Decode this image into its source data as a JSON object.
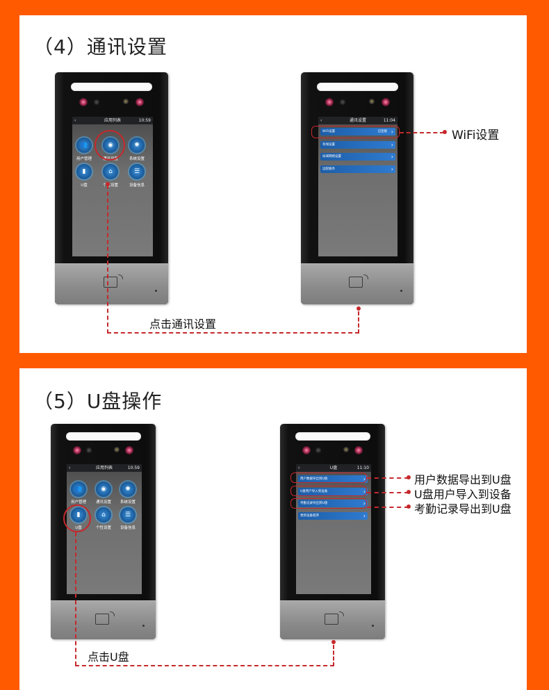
{
  "section_a": {
    "title": "（4）通讯设置",
    "device_left": {
      "screen_title": "应用列表",
      "time": "10:59",
      "back": "‹",
      "apps": [
        {
          "icon": "users-icon",
          "glyph": "👥",
          "label": "用户管理"
        },
        {
          "icon": "wifi-icon",
          "glyph": "◉",
          "label": "通讯设置"
        },
        {
          "icon": "gear-icon",
          "glyph": "✺",
          "label": "系统设置"
        },
        {
          "icon": "usb-drive-icon",
          "glyph": "▮",
          "label": "U盘"
        },
        {
          "icon": "home-icon",
          "glyph": "⌂",
          "label": "个性设置"
        },
        {
          "icon": "info-list-icon",
          "glyph": "☰",
          "label": "设备信息"
        }
      ]
    },
    "device_right": {
      "screen_title": "通讯设置",
      "time": "11:04",
      "back": "‹",
      "rows": [
        {
          "label": "WiFi设置",
          "value": "已连接"
        },
        {
          "label": "有线设置",
          "value": ""
        },
        {
          "label": "局域网络设置",
          "value": ""
        },
        {
          "label": "远程服务",
          "value": ""
        }
      ]
    },
    "callout_right": "WiFi设置",
    "callout_bottom": "点击通讯设置"
  },
  "section_b": {
    "title": "（5）U盘操作",
    "device_left": {
      "screen_title": "应用列表",
      "time": "10:59",
      "back": "‹",
      "apps": [
        {
          "icon": "users-icon",
          "glyph": "👥",
          "label": "用户管理"
        },
        {
          "icon": "wifi-icon",
          "glyph": "◉",
          "label": "通讯设置"
        },
        {
          "icon": "gear-icon",
          "glyph": "✺",
          "label": "系统设置"
        },
        {
          "icon": "usb-drive-icon",
          "glyph": "▮",
          "label": "U盘"
        },
        {
          "icon": "home-icon",
          "glyph": "⌂",
          "label": "个性设置"
        },
        {
          "icon": "info-list-icon",
          "glyph": "☰",
          "label": "设备信息"
        }
      ]
    },
    "device_right": {
      "screen_title": "U盘",
      "time": "11:10",
      "back": "‹",
      "rows": [
        {
          "label": "用户数据导出到U盘",
          "value": ""
        },
        {
          "label": "U盘用户导入到设备",
          "value": ""
        },
        {
          "label": "考勤记录导出到U盘",
          "value": ""
        },
        {
          "label": "更新设备程序",
          "value": ""
        }
      ]
    },
    "callouts_right": [
      "用户数据导出到U盘",
      "U盘用户导入到设备",
      "考勤记录导出到U盘"
    ],
    "callout_bottom": "点击U盘"
  },
  "colors": {
    "frame": "#ff5a00",
    "highlight": "#c6282c",
    "row_blue": "#2f7bd0"
  }
}
